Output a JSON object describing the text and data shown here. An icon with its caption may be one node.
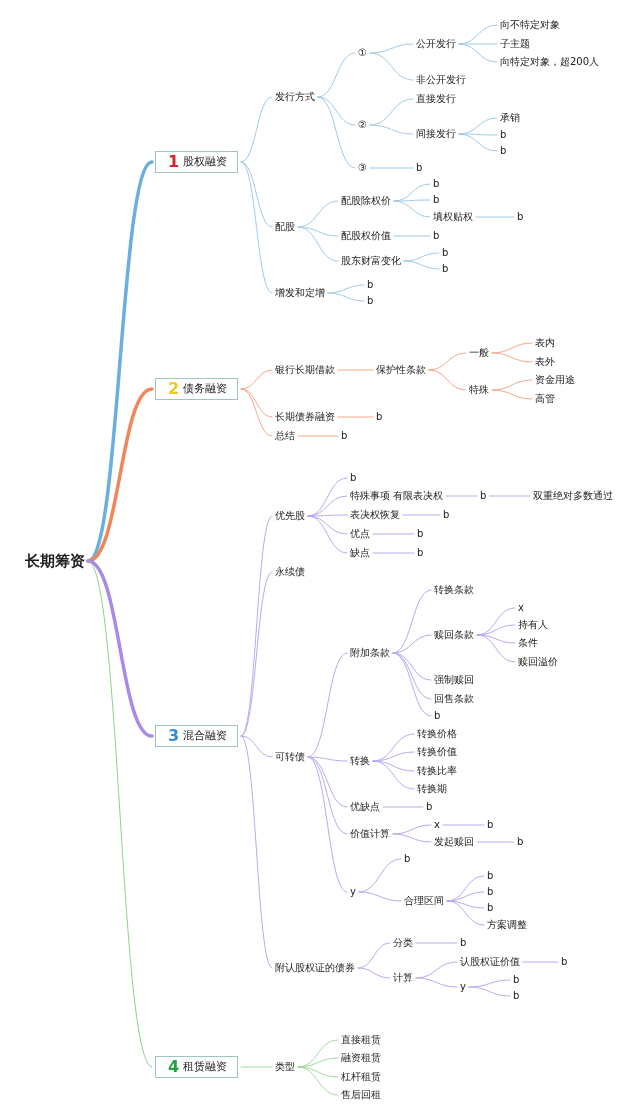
{
  "diagram": {
    "nodes": [
      {
        "text": [
          "长期筹资"
        ]
      },
      {
        "text": [
          "1",
          "股权融资"
        ]
      },
      {
        "text": [
          "发行方式"
        ]
      },
      {
        "text": [
          "①"
        ]
      },
      {
        "text": [
          "公开发行"
        ]
      },
      {
        "text": [
          "向不特定对象"
        ]
      },
      {
        "text": [
          "子主题"
        ]
      },
      {
        "text": [
          "向特定对象，超200人"
        ]
      },
      {
        "text": [
          "非公开发行"
        ]
      },
      {
        "text": [
          "②"
        ]
      },
      {
        "text": [
          "直接发行"
        ]
      },
      {
        "text": [
          "间接发行"
        ]
      },
      {
        "text": [
          "承销"
        ]
      },
      {
        "text": [
          "b"
        ]
      },
      {
        "text": [
          "b"
        ]
      },
      {
        "text": [
          "③"
        ]
      },
      {
        "text": [
          "b"
        ]
      },
      {
        "text": [
          "配股"
        ]
      },
      {
        "text": [
          "配股除权价"
        ]
      },
      {
        "text": [
          "b"
        ]
      },
      {
        "text": [
          "b"
        ]
      },
      {
        "text": [
          "填权贴权"
        ]
      },
      {
        "text": [
          "b"
        ]
      },
      {
        "text": [
          "配股权价值"
        ]
      },
      {
        "text": [
          "b"
        ]
      },
      {
        "text": [
          "股东财富变化"
        ]
      },
      {
        "text": [
          "b"
        ]
      },
      {
        "text": [
          "b"
        ]
      },
      {
        "text": [
          "增发和定增"
        ]
      },
      {
        "text": [
          "b"
        ]
      },
      {
        "text": [
          "b"
        ]
      },
      {
        "text": [
          "2",
          "债务融资"
        ]
      },
      {
        "text": [
          "银行长期借款"
        ]
      },
      {
        "text": [
          "保护性条款"
        ]
      },
      {
        "text": [
          "一般"
        ]
      },
      {
        "text": [
          "表内"
        ]
      },
      {
        "text": [
          "表外"
        ]
      },
      {
        "text": [
          "特殊"
        ]
      },
      {
        "text": [
          "资金用途"
        ]
      },
      {
        "text": [
          "高管"
        ]
      },
      {
        "text": [
          "长期债券融资"
        ]
      },
      {
        "text": [
          "b"
        ]
      },
      {
        "text": [
          "总结"
        ]
      },
      {
        "text": [
          "b"
        ]
      },
      {
        "text": [
          "3",
          "混合融资"
        ]
      },
      {
        "text": [
          "优先股"
        ]
      },
      {
        "text": [
          "b"
        ]
      },
      {
        "text": [
          "特殊事项 有限表决权"
        ]
      },
      {
        "text": [
          "b"
        ]
      },
      {
        "text": [
          "双重绝对多数通过"
        ]
      },
      {
        "text": [
          "表决权恢复"
        ]
      },
      {
        "text": [
          "b"
        ]
      },
      {
        "text": [
          "优点"
        ]
      },
      {
        "text": [
          "b"
        ]
      },
      {
        "text": [
          "缺点"
        ]
      },
      {
        "text": [
          "b"
        ]
      },
      {
        "text": [
          "永续债"
        ]
      },
      {
        "text": [
          "附加条款"
        ]
      },
      {
        "text": [
          "转换条款"
        ]
      },
      {
        "text": [
          "赎回条款"
        ]
      },
      {
        "text": [
          "x"
        ]
      },
      {
        "text": [
          "持有人"
        ]
      },
      {
        "text": [
          "条件"
        ]
      },
      {
        "text": [
          "赎回溢价"
        ]
      },
      {
        "text": [
          "强制赎回"
        ]
      },
      {
        "text": [
          "回售条款"
        ]
      },
      {
        "text": [
          "b"
        ]
      },
      {
        "text": [
          "可转债"
        ]
      },
      {
        "text": [
          "转换"
        ]
      },
      {
        "text": [
          "转换价格"
        ]
      },
      {
        "text": [
          "转换价值"
        ]
      },
      {
        "text": [
          "转换比率"
        ]
      },
      {
        "text": [
          "转换期"
        ]
      },
      {
        "text": [
          "优缺点"
        ]
      },
      {
        "text": [
          "b"
        ]
      },
      {
        "text": [
          "价值计算"
        ]
      },
      {
        "text": [
          "x"
        ]
      },
      {
        "text": [
          "b"
        ]
      },
      {
        "text": [
          "发起赎回"
        ]
      },
      {
        "text": [
          "b"
        ]
      },
      {
        "text": [
          "y"
        ]
      },
      {
        "text": [
          "b"
        ]
      },
      {
        "text": [
          "合理区间"
        ]
      },
      {
        "text": [
          "b"
        ]
      },
      {
        "text": [
          "b"
        ]
      },
      {
        "text": [
          "b"
        ]
      },
      {
        "text": [
          "方案调整"
        ]
      },
      {
        "text": [
          "附认股权证的债券"
        ]
      },
      {
        "text": [
          "分类"
        ]
      },
      {
        "text": [
          "b"
        ]
      },
      {
        "text": [
          "计算"
        ]
      },
      {
        "text": [
          "认股权证价值"
        ]
      },
      {
        "text": [
          "b"
        ]
      },
      {
        "text": [
          "y"
        ]
      },
      {
        "text": [
          "b"
        ]
      },
      {
        "text": [
          "b"
        ]
      },
      {
        "text": [
          "4",
          "租赁融资"
        ]
      },
      {
        "text": [
          "类型"
        ]
      },
      {
        "text": [
          "直接租赁"
        ]
      },
      {
        "text": [
          "融资租赁"
        ]
      },
      {
        "text": [
          "杠杆租赁"
        ]
      },
      {
        "text": [
          "售后回租"
        ]
      }
    ],
    "edges": [
      {
        "from": 0,
        "to": 1,
        "arrow": "none",
        "style": "thick",
        "color": "#6aafe0"
      },
      {
        "from": 0,
        "to": 31,
        "arrow": "none",
        "style": "thick",
        "color": "#f0875a"
      },
      {
        "from": 0,
        "to": 44,
        "arrow": "none",
        "style": "thick",
        "color": "#a98ae8"
      },
      {
        "from": 0,
        "to": 96,
        "arrow": "none",
        "color": "#8fd08f"
      },
      {
        "from": 1,
        "to": 2,
        "arrow": "none",
        "color": "#9fcbe8"
      },
      {
        "from": 1,
        "to": 17,
        "arrow": "none",
        "color": "#9fcbe8"
      },
      {
        "from": 1,
        "to": 28,
        "arrow": "none",
        "color": "#9fcbe8"
      },
      {
        "from": 2,
        "to": 3,
        "arrow": "none",
        "color": "#9fcbe8"
      },
      {
        "from": 2,
        "to": 9,
        "arrow": "none",
        "color": "#9fcbe8"
      },
      {
        "from": 2,
        "to": 15,
        "arrow": "none",
        "color": "#9fcbe8"
      },
      {
        "from": 3,
        "to": 4,
        "arrow": "none",
        "color": "#9fcbe8"
      },
      {
        "from": 3,
        "to": 8,
        "arrow": "none",
        "color": "#9fcbe8"
      },
      {
        "from": 4,
        "to": 5,
        "arrow": "none",
        "color": "#9fcbe8"
      },
      {
        "from": 4,
        "to": 6,
        "arrow": "none",
        "color": "#9fcbe8"
      },
      {
        "from": 4,
        "to": 7,
        "arrow": "none",
        "color": "#9fcbe8"
      },
      {
        "from": 9,
        "to": 10,
        "arrow": "none",
        "color": "#9fcbe8"
      },
      {
        "from": 9,
        "to": 11,
        "arrow": "none",
        "color": "#9fcbe8"
      },
      {
        "from": 11,
        "to": 12,
        "arrow": "none",
        "color": "#9fcbe8"
      },
      {
        "from": 11,
        "to": 13,
        "arrow": "none",
        "color": "#9fcbe8"
      },
      {
        "from": 11,
        "to": 14,
        "arrow": "none",
        "color": "#9fcbe8"
      },
      {
        "from": 15,
        "to": 16,
        "arrow": "none",
        "color": "#9fcbe8"
      },
      {
        "from": 17,
        "to": 18,
        "arrow": "none",
        "color": "#9fcbe8"
      },
      {
        "from": 17,
        "to": 23,
        "arrow": "none",
        "color": "#9fcbe8"
      },
      {
        "from": 17,
        "to": 25,
        "arrow": "none",
        "color": "#9fcbe8"
      },
      {
        "from": 18,
        "to": 19,
        "arrow": "none",
        "color": "#9fcbe8"
      },
      {
        "from": 18,
        "to": 20,
        "arrow": "none",
        "color": "#9fcbe8"
      },
      {
        "from": 18,
        "to": 21,
        "arrow": "none",
        "color": "#9fcbe8"
      },
      {
        "from": 21,
        "to": 22,
        "arrow": "none",
        "color": "#9fcbe8"
      },
      {
        "from": 23,
        "to": 24,
        "arrow": "none",
        "color": "#9fcbe8"
      },
      {
        "from": 25,
        "to": 26,
        "arrow": "none",
        "color": "#9fcbe8"
      },
      {
        "from": 25,
        "to": 27,
        "arrow": "none",
        "color": "#9fcbe8"
      },
      {
        "from": 28,
        "to": 29,
        "arrow": "none",
        "color": "#9fcbe8"
      },
      {
        "from": 28,
        "to": 30,
        "arrow": "none",
        "color": "#9fcbe8"
      },
      {
        "from": 31,
        "to": 32,
        "arrow": "none",
        "color": "#f5a98a"
      },
      {
        "from": 31,
        "to": 40,
        "arrow": "none",
        "color": "#f5a98a"
      },
      {
        "from": 31,
        "to": 42,
        "arrow": "none",
        "color": "#f5a98a"
      },
      {
        "from": 32,
        "to": 33,
        "arrow": "none",
        "color": "#f5a98a"
      },
      {
        "from": 33,
        "to": 34,
        "arrow": "none",
        "color": "#f5a98a"
      },
      {
        "from": 33,
        "to": 37,
        "arrow": "none",
        "color": "#f5a98a"
      },
      {
        "from": 34,
        "to": 35,
        "arrow": "none",
        "color": "#f5a98a"
      },
      {
        "from": 34,
        "to": 36,
        "arrow": "none",
        "color": "#f5a98a"
      },
      {
        "from": 37,
        "to": 38,
        "arrow": "none",
        "color": "#f5a98a"
      },
      {
        "from": 37,
        "to": 39,
        "arrow": "none",
        "color": "#f5a98a"
      },
      {
        "from": 40,
        "to": 41,
        "arrow": "none",
        "color": "#f5a98a"
      },
      {
        "from": 42,
        "to": 43,
        "arrow": "none",
        "color": "#f5a98a"
      },
      {
        "from": 44,
        "to": 45,
        "arrow": "none"
      },
      {
        "from": 44,
        "to": 56,
        "arrow": "none"
      },
      {
        "from": 44,
        "to": 67,
        "arrow": "none"
      },
      {
        "from": 44,
        "to": 87,
        "arrow": "none"
      },
      {
        "from": 45,
        "to": 46,
        "arrow": "none"
      },
      {
        "from": 45,
        "to": 47,
        "arrow": "none"
      },
      {
        "from": 45,
        "to": 50,
        "arrow": "none"
      },
      {
        "from": 45,
        "to": 52,
        "arrow": "none"
      },
      {
        "from": 45,
        "to": 54,
        "arrow": "none"
      },
      {
        "from": 47,
        "to": 48,
        "arrow": "none"
      },
      {
        "from": 48,
        "to": 49,
        "arrow": "none"
      },
      {
        "from": 50,
        "to": 51,
        "arrow": "none"
      },
      {
        "from": 52,
        "to": 53,
        "arrow": "none"
      },
      {
        "from": 54,
        "to": 55,
        "arrow": "none"
      },
      {
        "from": 67,
        "to": 57,
        "arrow": "none"
      },
      {
        "from": 67,
        "to": 68,
        "arrow": "none"
      },
      {
        "from": 67,
        "to": 73,
        "arrow": "none"
      },
      {
        "from": 67,
        "to": 75,
        "arrow": "none"
      },
      {
        "from": 67,
        "to": 80,
        "arrow": "none"
      },
      {
        "from": 57,
        "to": 58,
        "arrow": "none"
      },
      {
        "from": 57,
        "to": 59,
        "arrow": "none"
      },
      {
        "from": 57,
        "to": 64,
        "arrow": "none"
      },
      {
        "from": 57,
        "to": 65,
        "arrow": "none"
      },
      {
        "from": 57,
        "to": 66,
        "arrow": "none"
      },
      {
        "from": 59,
        "to": 60,
        "arrow": "none"
      },
      {
        "from": 59,
        "to": 61,
        "arrow": "none"
      },
      {
        "from": 59,
        "to": 62,
        "arrow": "none"
      },
      {
        "from": 59,
        "to": 63,
        "arrow": "none"
      },
      {
        "from": 68,
        "to": 69,
        "arrow": "none"
      },
      {
        "from": 68,
        "to": 70,
        "arrow": "none"
      },
      {
        "from": 68,
        "to": 71,
        "arrow": "none"
      },
      {
        "from": 68,
        "to": 72,
        "arrow": "none"
      },
      {
        "from": 73,
        "to": 74,
        "arrow": "none"
      },
      {
        "from": 75,
        "to": 76,
        "arrow": "none"
      },
      {
        "from": 75,
        "to": 78,
        "arrow": "none"
      },
      {
        "from": 76,
        "to": 77,
        "arrow": "none"
      },
      {
        "from": 78,
        "to": 79,
        "arrow": "none"
      },
      {
        "from": 80,
        "to": 81,
        "arrow": "none"
      },
      {
        "from": 80,
        "to": 82,
        "arrow": "none"
      },
      {
        "from": 82,
        "to": 83,
        "arrow": "none"
      },
      {
        "from": 82,
        "to": 84,
        "arrow": "none"
      },
      {
        "from": 82,
        "to": 85,
        "arrow": "none"
      },
      {
        "from": 82,
        "to": 86,
        "arrow": "none"
      },
      {
        "from": 87,
        "to": 88,
        "arrow": "none"
      },
      {
        "from": 87,
        "to": 90,
        "arrow": "none"
      },
      {
        "from": 88,
        "to": 89,
        "arrow": "none"
      },
      {
        "from": 90,
        "to": 91,
        "arrow": "none"
      },
      {
        "from": 90,
        "to": 93,
        "arrow": "none"
      },
      {
        "from": 91,
        "to": 92,
        "arrow": "none"
      },
      {
        "from": 93,
        "to": 94,
        "arrow": "none"
      },
      {
        "from": 93,
        "to": 95,
        "arrow": "none"
      },
      {
        "from": 96,
        "to": 97,
        "arrow": "none",
        "color": "#a5d9a0"
      },
      {
        "from": 97,
        "to": 98,
        "arrow": "none",
        "color": "#a5d9a0"
      },
      {
        "from": 97,
        "to": 99,
        "arrow": "none",
        "color": "#a5d9a0"
      },
      {
        "from": 97,
        "to": 100,
        "arrow": "none",
        "color": "#a5d9a0"
      },
      {
        "from": 97,
        "to": 101,
        "arrow": "none",
        "color": "#a5d9a0"
      }
    ]
  }
}
